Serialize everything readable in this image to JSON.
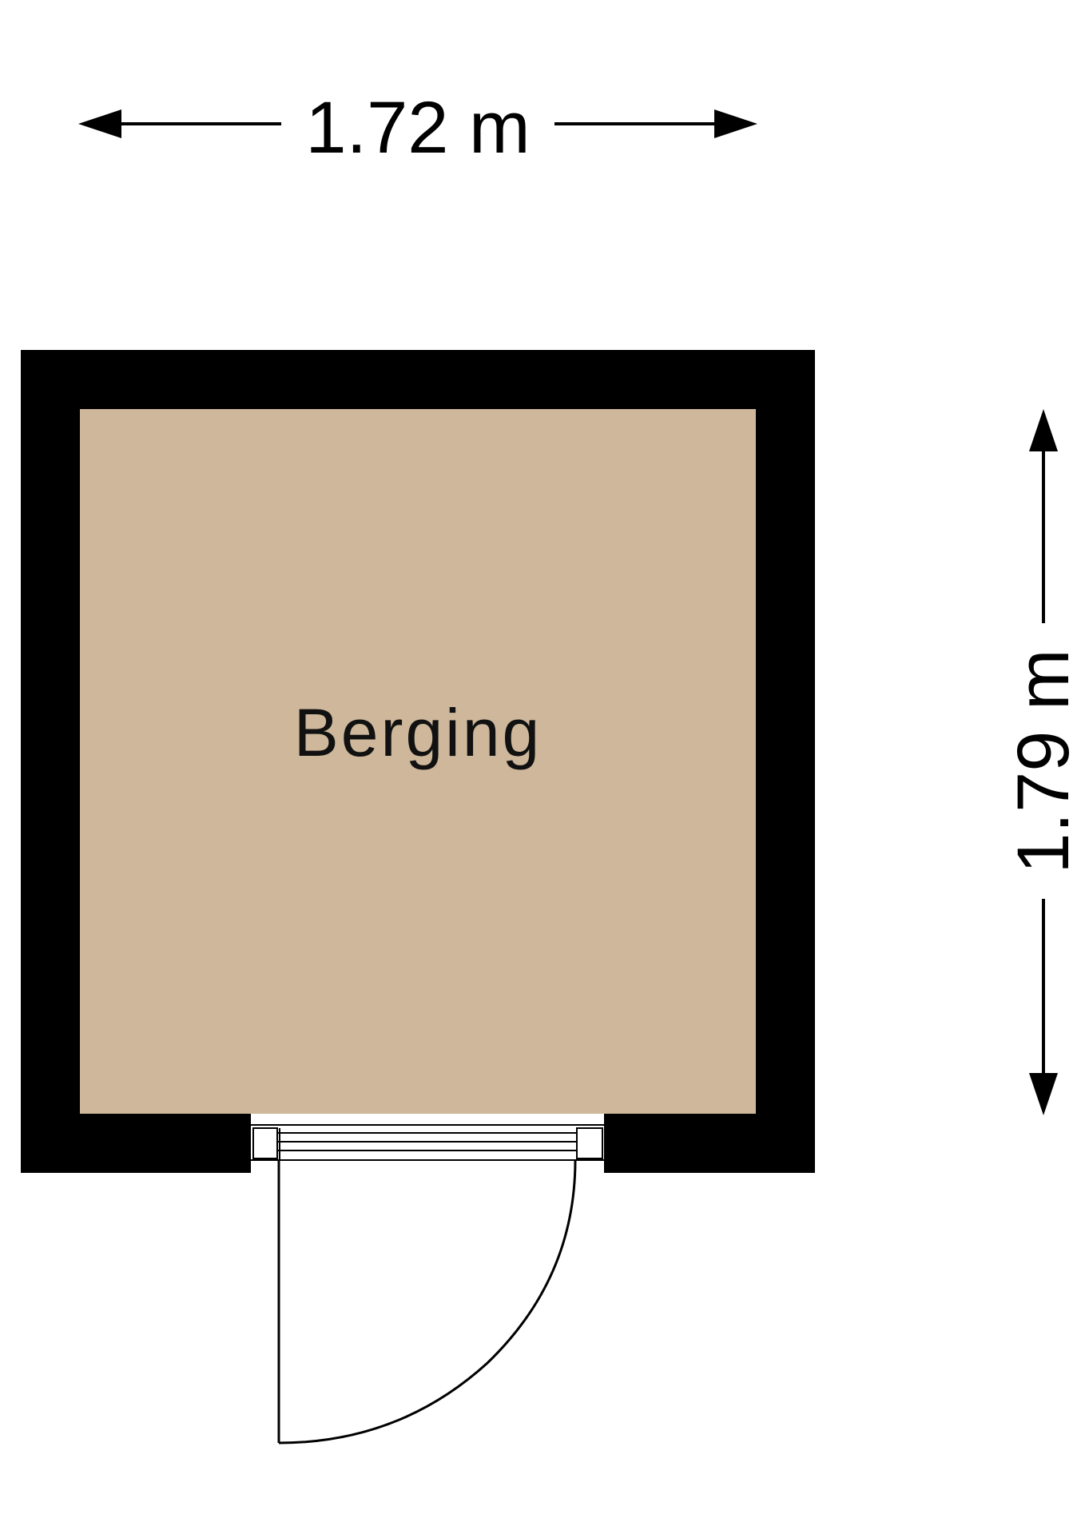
{
  "plan": {
    "room_label": "Berging",
    "width_label": "1.72 m",
    "height_label": "1.79 m"
  },
  "colors": {
    "wall": "#000000",
    "floor": "#CEB79B",
    "door_line": "#000000",
    "background": "#FFFFFF"
  },
  "icons": {
    "door": "door-swing-icon",
    "arrow_left": "arrow-left-icon",
    "arrow_right": "arrow-right-icon",
    "arrow_up": "arrow-up-icon",
    "arrow_down": "arrow-down-icon"
  }
}
